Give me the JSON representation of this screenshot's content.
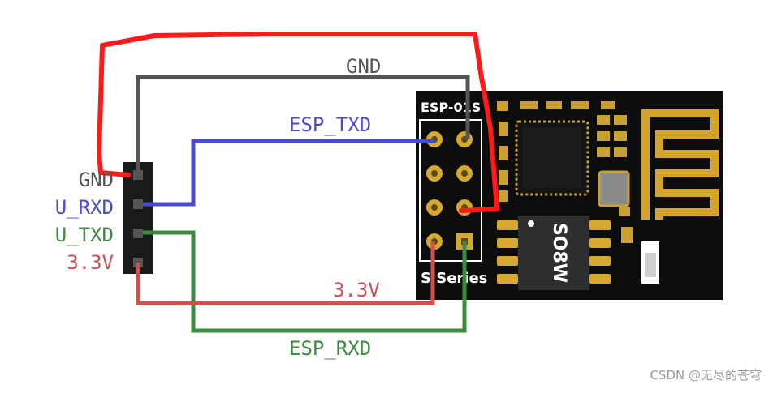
{
  "header_labels": {
    "gnd": "GND",
    "u_rxd": "U_RXD",
    "u_txd": "U_TXD",
    "v33": "3.3V"
  },
  "wire_labels": {
    "gnd": "GND",
    "esp_txd": "ESP_TXD",
    "v33": "3.3V",
    "esp_rxd": "ESP_RXD"
  },
  "module": {
    "name": "ESP-01S",
    "series": "S Series",
    "chip": "SO8W"
  },
  "colors": {
    "gnd_wire": "#555555",
    "txd_wire": "#4a4ad0",
    "rxd_wire": "#3e8a3e",
    "v33_wire": "#d05050",
    "hand_wire": "#ff1a1a",
    "board": "#0d0d0d",
    "antenna": "#d4a52a"
  },
  "watermark": "CSDN @无尽的苍穹"
}
